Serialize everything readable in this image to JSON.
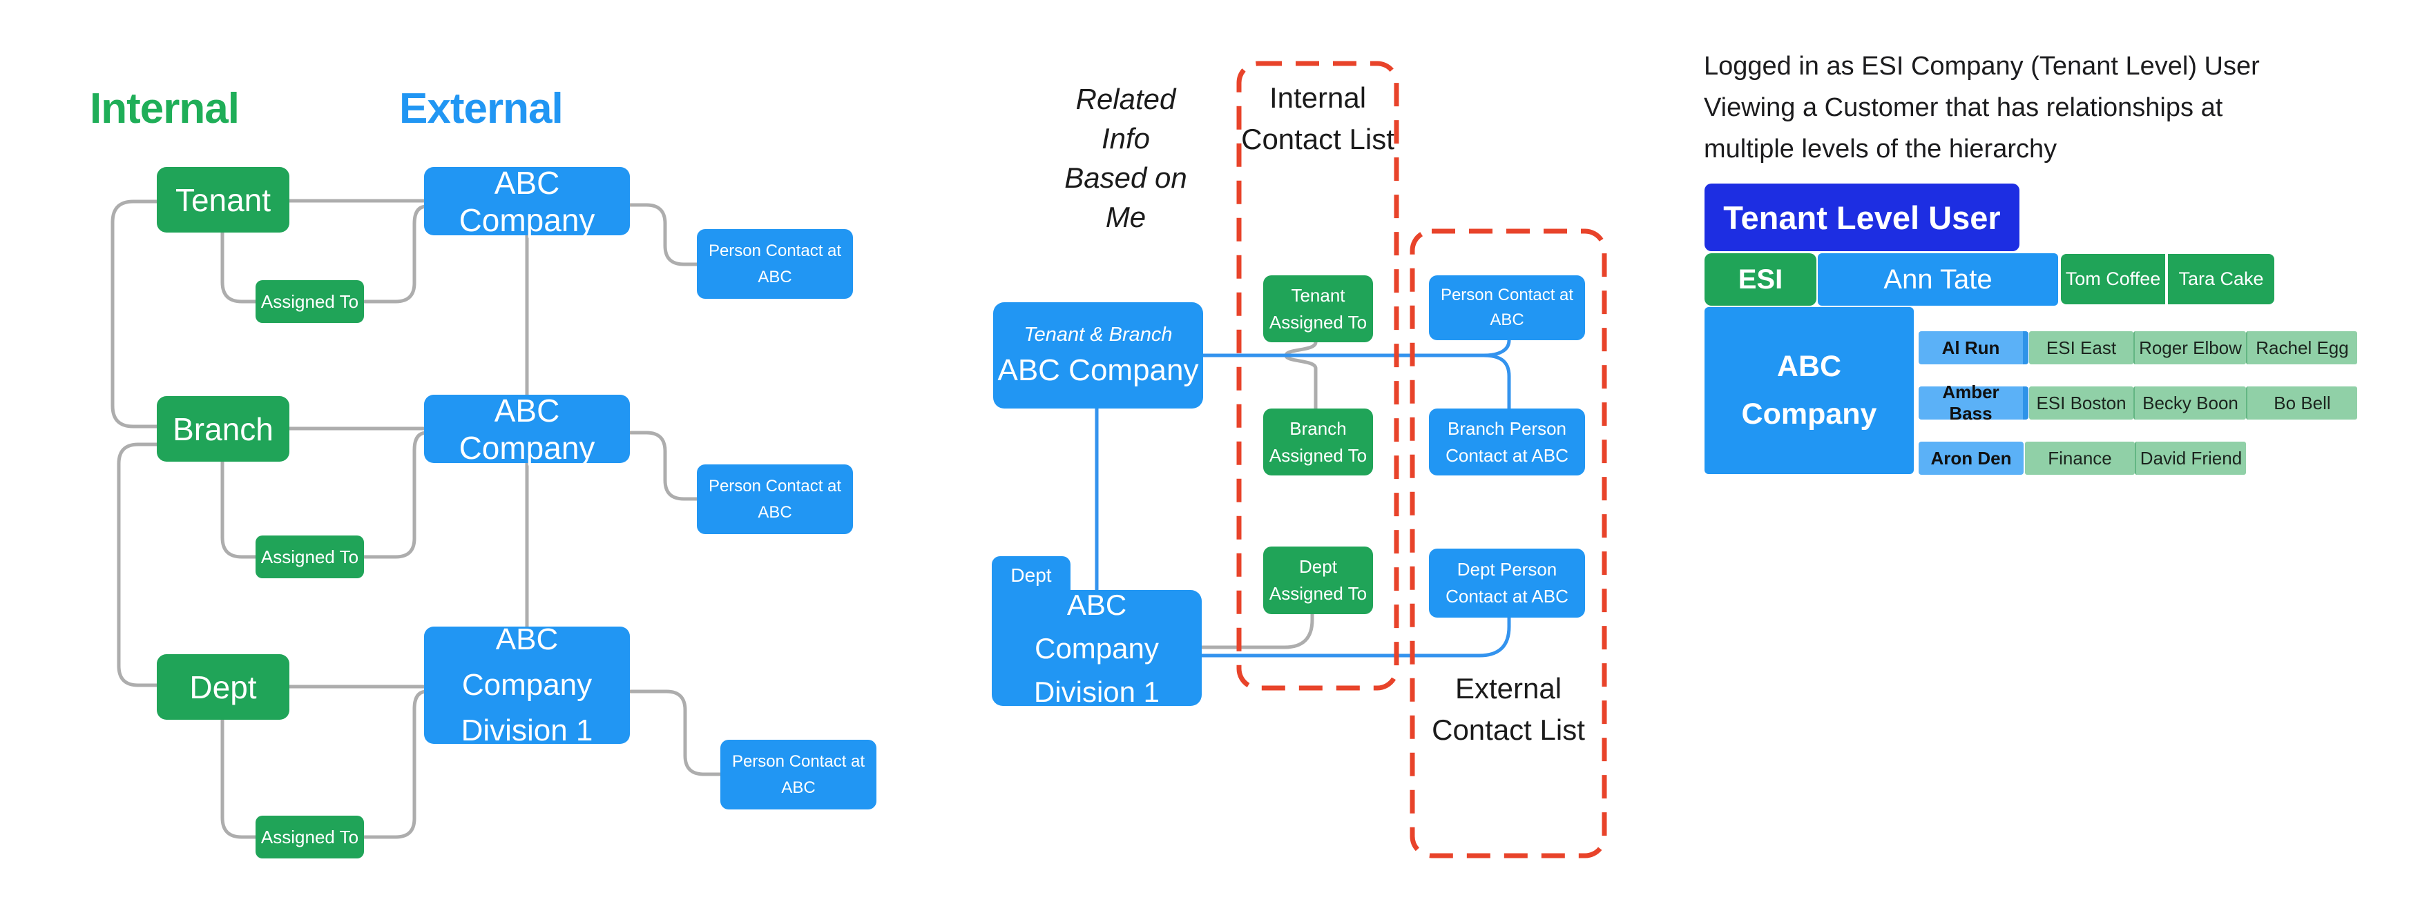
{
  "colors": {
    "green": "#20a458",
    "blue": "#2196f3",
    "indigo": "#1d2ee2",
    "light_blue": "#5bb1f7",
    "light_green": "#90d0a7",
    "dashed_red": "#e8432a",
    "line_gray": "#adadad",
    "line_blue": "#3393ee"
  },
  "left": {
    "internal_heading": "Internal",
    "external_heading": "External",
    "rows": [
      {
        "level": "Tenant",
        "company": "ABC Company",
        "assigned": "Assigned To",
        "contact": "Person Contact at ABC"
      },
      {
        "level": "Branch",
        "company": "ABC Company",
        "assigned": "Assigned To",
        "contact": "Person Contact at ABC"
      },
      {
        "level": "Dept",
        "company": "ABC Company Division 1",
        "assigned": "Assigned To",
        "contact": "Person Contact at ABC"
      }
    ]
  },
  "middle": {
    "note": "Related Info Based on Me",
    "internal_list_title": "Internal Contact List",
    "external_list_title": "External Contact List",
    "company_tag": "Tenant & Branch",
    "company_name": "ABC Company",
    "division_tag": "Dept",
    "division_name": "ABC Company Division 1",
    "internal_items": [
      "Tenant Assigned To",
      "Branch Assigned To",
      "Dept Assigned To"
    ],
    "external_items": [
      "Person Contact at ABC",
      "Branch Person Contact at ABC",
      "Dept Person Contact at ABC"
    ]
  },
  "right": {
    "caption_lines": [
      "Logged in as ESI Company (Tenant Level) User",
      "Viewing a Customer that has relationships at",
      "multiple levels of the hierarchy"
    ],
    "user_level_label": "Tenant Level User",
    "tenant_org": "ESI",
    "tenant_user": "Ann Tate",
    "tenant_contacts": [
      "Tom Coffee",
      "Tara Cake"
    ],
    "customer_name": "ABC Company",
    "rows": [
      {
        "user": "Al Run",
        "org": "ESI East",
        "contacts": [
          "Roger Elbow",
          "Rachel Egg"
        ]
      },
      {
        "user": "Amber Bass",
        "org": "ESI Boston",
        "contacts": [
          "Becky Boon",
          "Bo Bell"
        ]
      },
      {
        "user": "Aron Den",
        "org": "Finance",
        "contacts": [
          "David Friend"
        ]
      }
    ]
  }
}
